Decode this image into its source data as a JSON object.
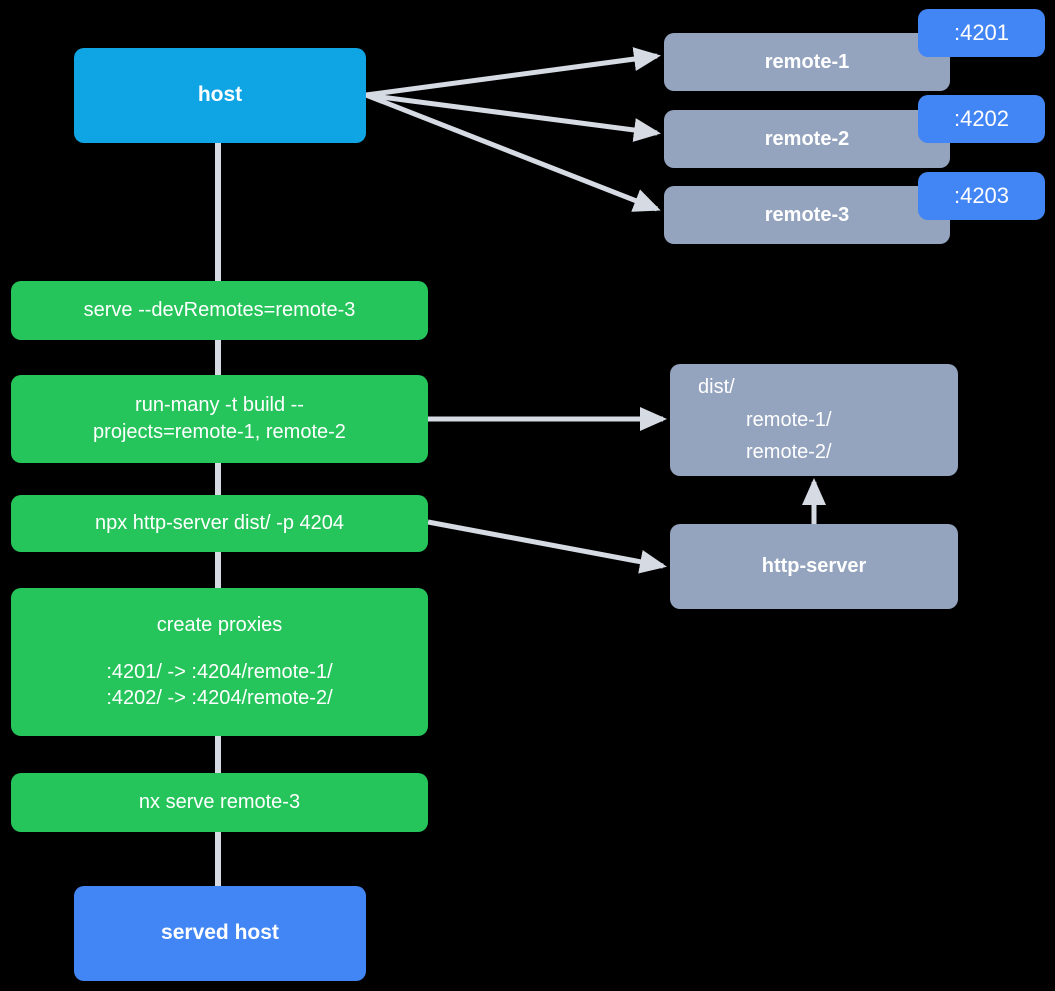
{
  "diagram": {
    "title": "Nx module federation host and remotes serve flow",
    "background_color": "#000000",
    "edge_color": "#D5DAE3",
    "colors": {
      "host": "#0FA5E5",
      "served_host": "#4285F4",
      "remote": "#94A3BE",
      "command": "#26C55B",
      "badge": "#4285F4",
      "text": "#FFFFFF"
    }
  },
  "nodes": {
    "host": {
      "label": "host"
    },
    "served_host": {
      "label": "served host"
    },
    "remotes": [
      {
        "label": "remote-1",
        "port_badge": ":4201"
      },
      {
        "label": "remote-2",
        "port_badge": ":4202"
      },
      {
        "label": "remote-3",
        "port_badge": ":4203"
      }
    ],
    "dist": {
      "root": "dist/",
      "children": [
        "remote-1/",
        "remote-2/"
      ]
    },
    "http_server": {
      "label": "http-server"
    }
  },
  "commands": [
    {
      "line1": "serve --devRemotes=remote-3",
      "line2": "",
      "extra1": "",
      "extra2": ""
    },
    {
      "line1": "run-many -t build --",
      "line2": "projects=remote-1, remote-2",
      "extra1": "",
      "extra2": ""
    },
    {
      "line1": "npx http-server dist/ -p 4204",
      "line2": "",
      "extra1": "",
      "extra2": ""
    },
    {
      "line1": "create proxies",
      "line2": "",
      "extra1": ":4201/ -> :4204/remote-1/",
      "extra2": ":4202/ -> :4204/remote-2/"
    },
    {
      "line1": "nx serve remote-3",
      "line2": "",
      "extra1": "",
      "extra2": ""
    }
  ]
}
